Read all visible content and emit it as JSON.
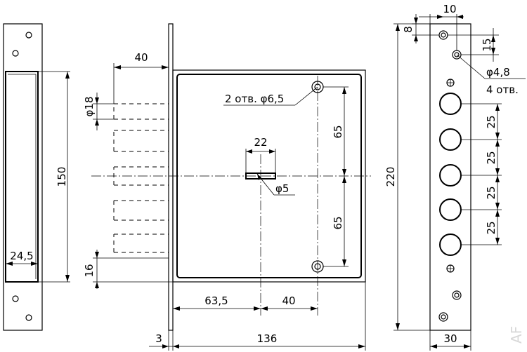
{
  "dimensions": {
    "dim_40_backset": "40",
    "dim_phi18": "φ18",
    "dim_150": "150",
    "dim_24_5": "24,5",
    "dim_16": "16",
    "dim_22": "22",
    "dim_phi5": "φ5",
    "dim_65_top": "65",
    "dim_65_bottom": "65",
    "dim_63_5": "63,5",
    "dim_40_bottom": "40",
    "dim_3": "3",
    "dim_136": "136",
    "dim_220": "220",
    "dim_10": "10",
    "dim_8": "8",
    "dim_15": "15",
    "dim_25_a": "25",
    "dim_25_b": "25",
    "dim_25_c": "25",
    "dim_25_d": "25",
    "dim_30": "30"
  },
  "notes": {
    "mount_holes": "2 отв. φ6,5",
    "faceplate_holes_size": "φ4,8",
    "faceplate_holes_count": "4 отв."
  },
  "watermark": "AF"
}
